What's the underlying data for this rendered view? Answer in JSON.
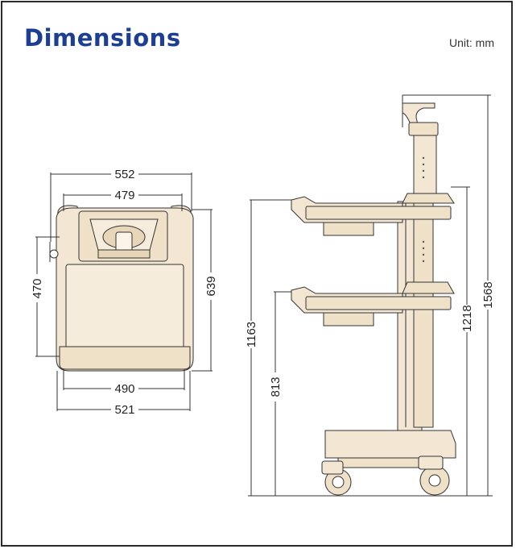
{
  "header": {
    "title": "Dimensions",
    "unit": "Unit: mm"
  },
  "top_view": {
    "dimensions": {
      "width_top_outer": "552",
      "width_top_inner": "479",
      "width_bottom_inner": "490",
      "width_bottom_outer": "521",
      "height_left": "470",
      "height_right": "639"
    }
  },
  "side_view": {
    "dimensions": {
      "height_top_shelf": "1163",
      "height_lower_shelf": "813",
      "height_top_shelf_right": "1218",
      "height_total": "1568"
    }
  },
  "colors": {
    "title": "#1d3f93",
    "body_fill": "#f3e7d3",
    "outline": "#333333",
    "frame": "#2b2b2b"
  }
}
